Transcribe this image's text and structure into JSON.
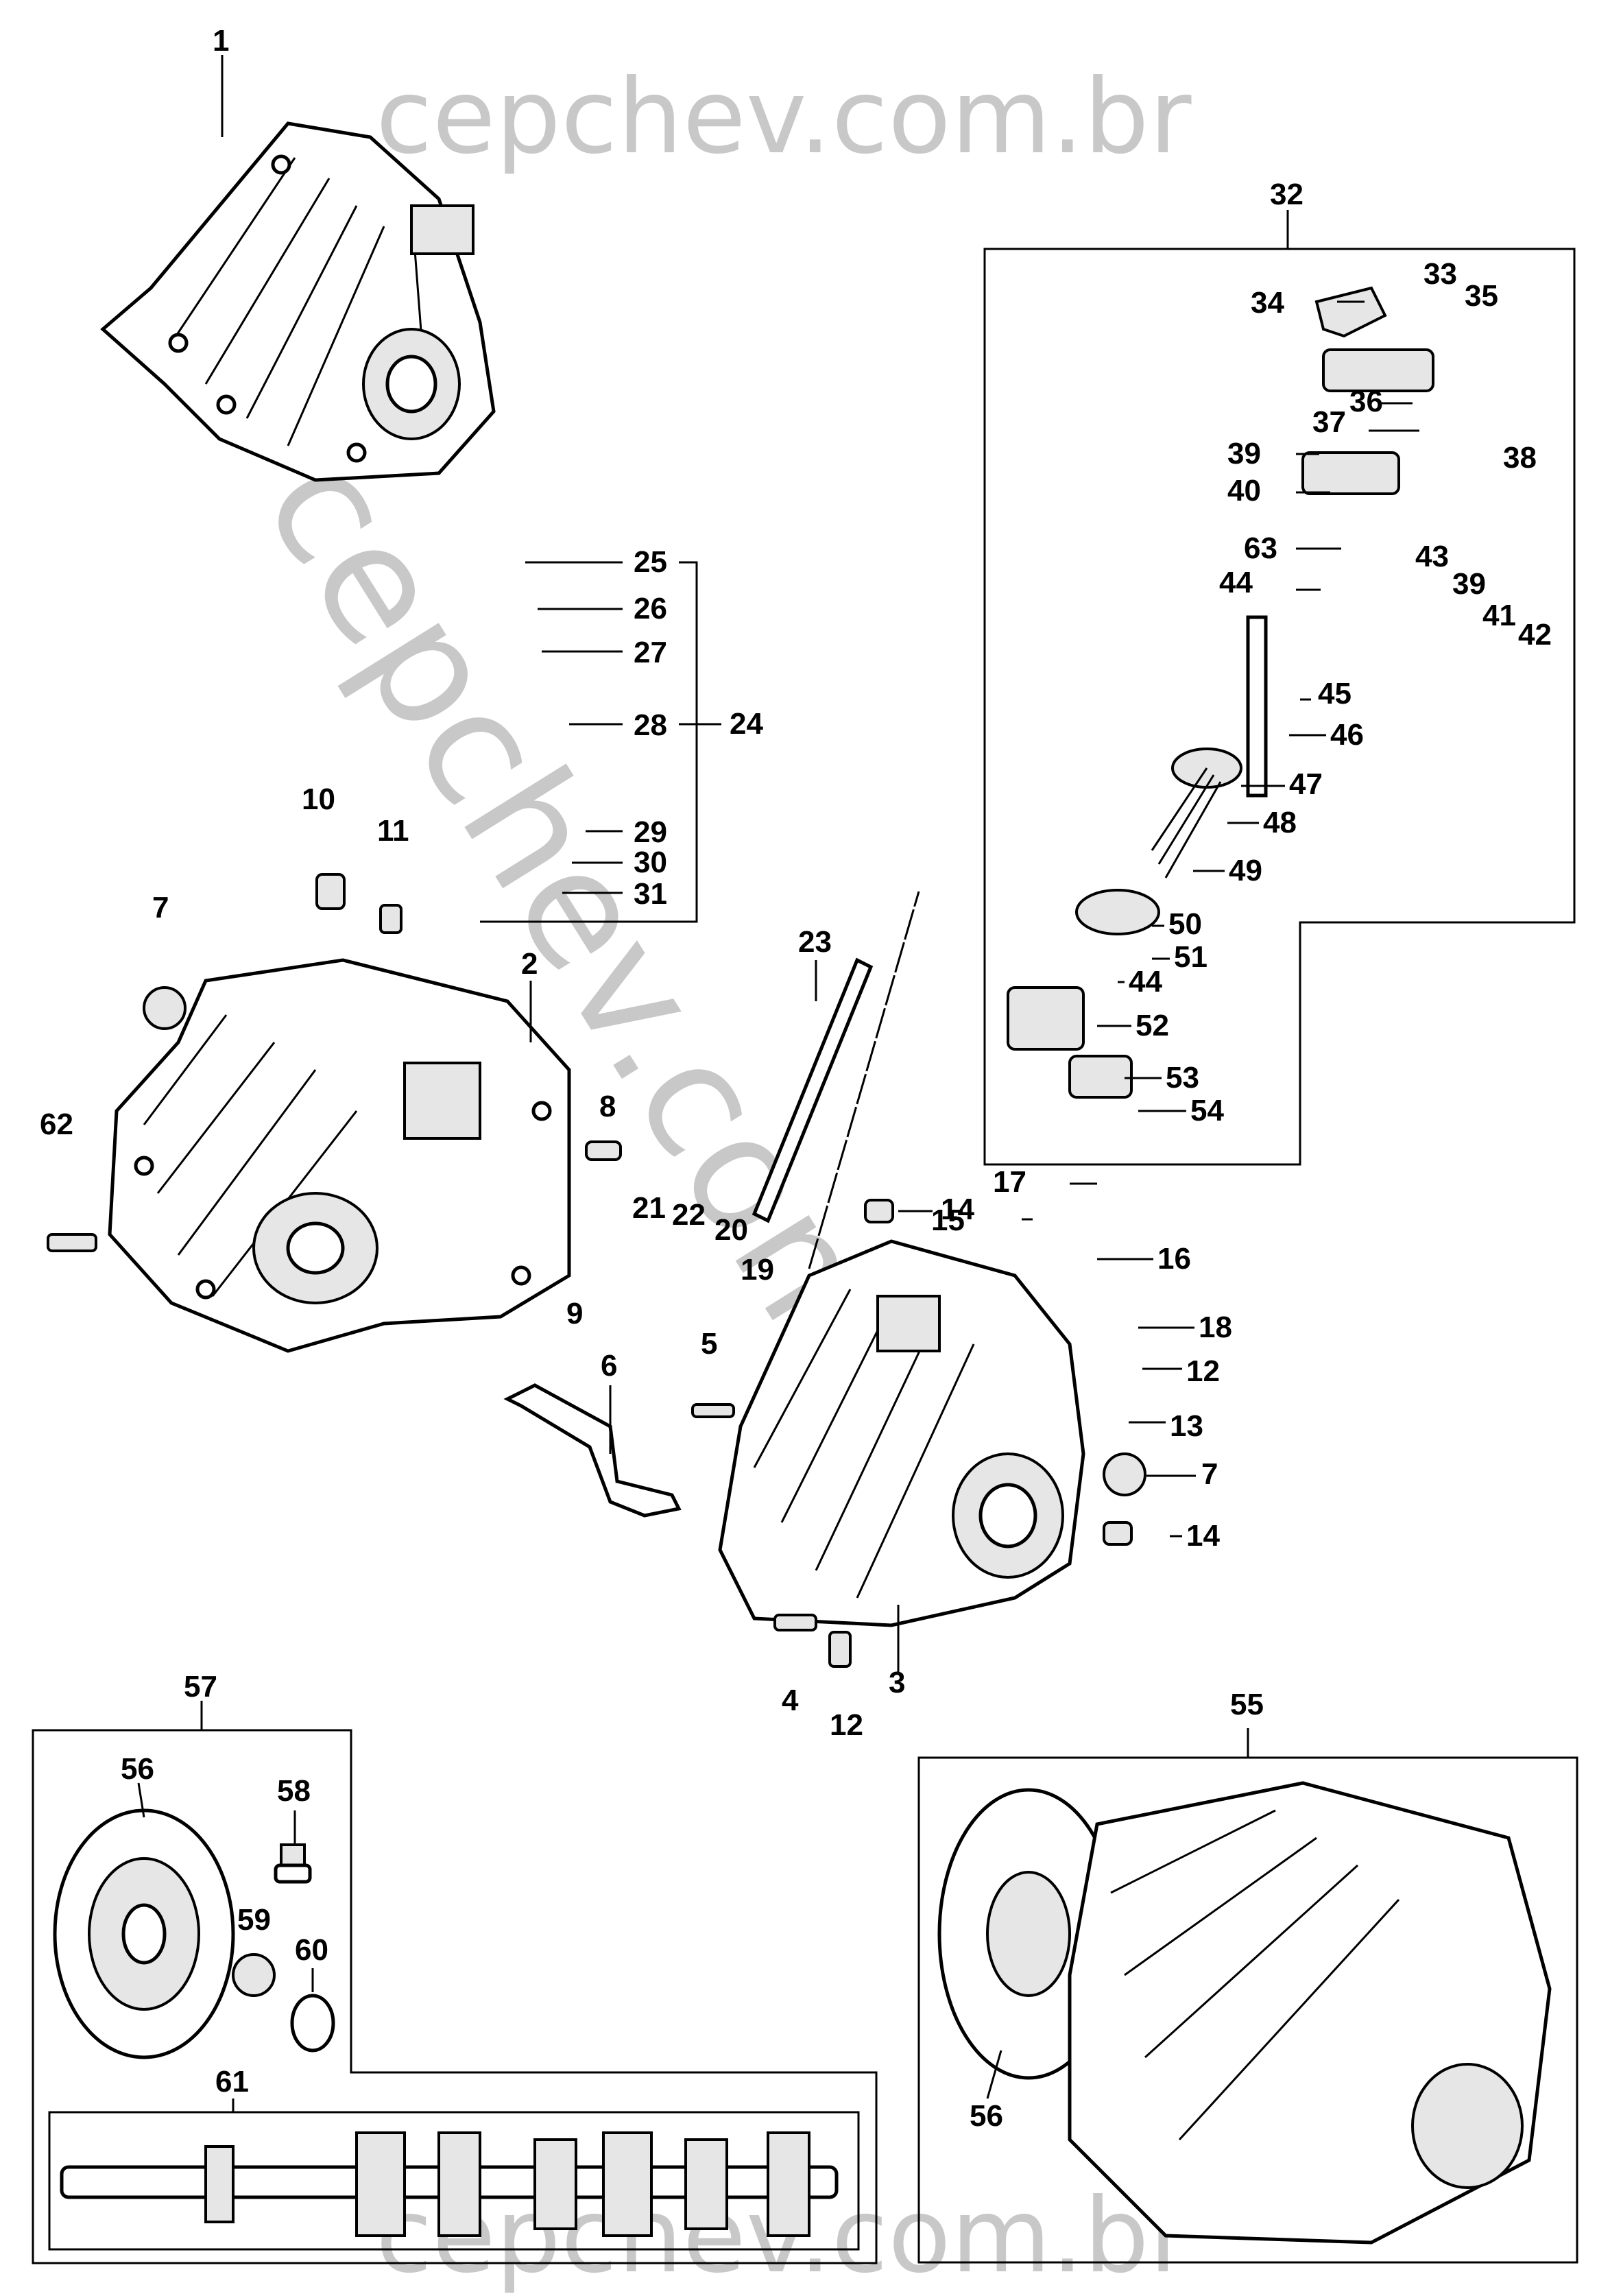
{
  "watermark": {
    "top": "cepchev.com.br",
    "diagonal": "cepchev.com.br",
    "bottom": "cepchev.com.br"
  },
  "colors": {
    "ink": "#000000",
    "watermark": "#c8c8c8",
    "paper": "#ffffff"
  },
  "labels": {
    "1": "1",
    "2": "2",
    "3": "3",
    "4": "4",
    "5": "5",
    "6": "6",
    "7": "7",
    "8": "8",
    "9": "9",
    "10": "10",
    "11": "11",
    "12": "12",
    "13": "13",
    "14": "14",
    "15": "15",
    "16": "16",
    "17": "17",
    "18": "18",
    "19": "19",
    "20": "20",
    "21": "21",
    "22": "22",
    "23": "23",
    "24": "24",
    "25": "25",
    "26": "26",
    "27": "27",
    "28": "28",
    "29": "29",
    "30": "30",
    "31": "31",
    "32": "32",
    "33": "33",
    "34": "34",
    "35": "35",
    "36": "36",
    "37": "37",
    "38": "38",
    "39": "39",
    "40": "40",
    "41": "41",
    "42": "42",
    "43": "43",
    "44": "44",
    "45": "45",
    "46": "46",
    "47": "47",
    "48": "48",
    "49": "49",
    "50": "50",
    "51": "51",
    "52": "52",
    "53": "53",
    "54": "54",
    "55": "55",
    "56": "56",
    "57": "57",
    "58": "58",
    "59": "59",
    "60": "60",
    "61": "61",
    "62": "62",
    "63": "63"
  }
}
